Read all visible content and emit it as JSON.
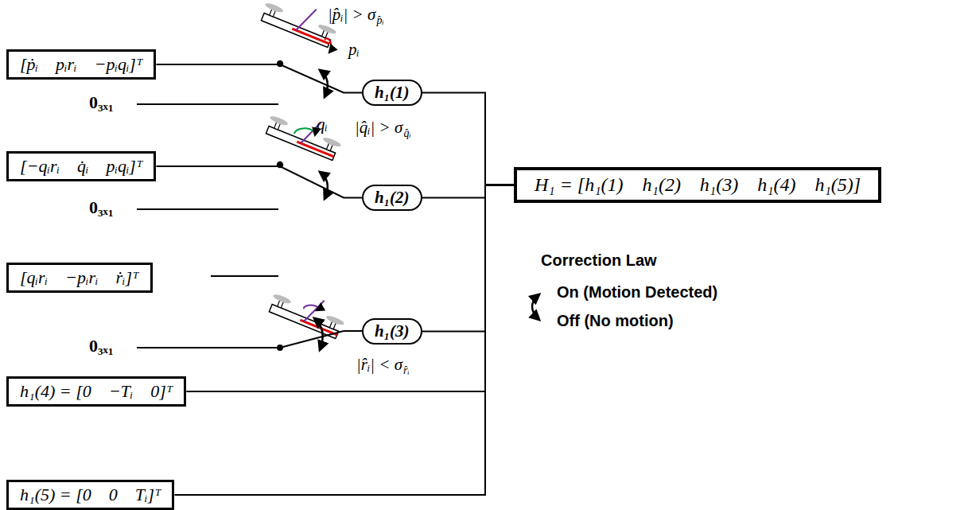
{
  "diagram": {
    "nodes": [
      {
        "text": [
          "[ṗᵢ    pᵢrᵢ    −pᵢqᵢ]ᵀ"
        ]
      },
      {
        "text": [
          "h₁(1)"
        ]
      },
      {
        "text": [
          "[−qᵢrᵢ    q̇ᵢ    pᵢqᵢ]ᵀ"
        ]
      },
      {
        "text": [
          "h₁(2)"
        ]
      },
      {
        "text": [
          "H₁ = [h₁(1)    h₁(2)    h₁(3)    h₁(4)    h₁(5)]"
        ]
      },
      {
        "text": [
          "[qᵢrᵢ    −pᵢrᵢ    ṙᵢ]ᵀ"
        ]
      },
      {
        "text": [
          "h₁(3)"
        ]
      },
      {
        "text": [
          "h₁(4) = [0    −Tᵢ    0]ᵀ"
        ]
      },
      {
        "text": [
          "h₁(5) = [0    0    Tᵢ]ᵀ"
        ]
      }
    ],
    "edges": [
      {
        "from": 0,
        "to": 1,
        "arrow": "none"
      },
      {
        "from": 2,
        "to": 3,
        "arrow": "none"
      },
      {
        "from": 1,
        "to": 4,
        "arrow": "none"
      },
      {
        "from": 3,
        "to": 4,
        "arrow": "none"
      },
      {
        "from": 6,
        "to": 4,
        "arrow": "none"
      },
      {
        "from": 7,
        "to": 4,
        "arrow": "none"
      },
      {
        "from": 8,
        "to": 4,
        "arrow": "none"
      }
    ],
    "labels": [
      "|p̂ᵢ| > σ",
      "p̂ᵢ",
      "pᵢ",
      "0₃ₓ₁",
      "qᵢ",
      "|q̂ᵢ| > σ",
      "q̂ᵢ",
      "0₃ₓ₁",
      "0₃ₓ₁",
      "|r̂ᵢ| < σ",
      "r̂ᵢ",
      "Correction Law",
      "On (Motion Detected)",
      "Off (No motion)"
    ]
  }
}
